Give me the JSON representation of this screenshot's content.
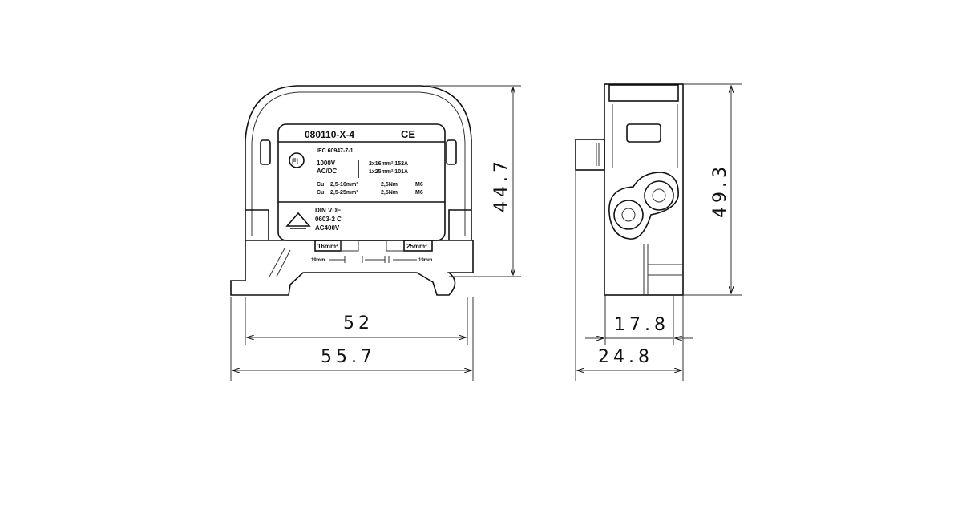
{
  "front_label": {
    "part_number": "080110-X-4",
    "ce_mark": "CE",
    "fi_mark": "FI",
    "standard": "IEC 60947-7-1",
    "voltage": "1000V",
    "current_type": "AC/DC",
    "rating_1": "2x16mm² 152A",
    "rating_2": "1x25mm² 101A",
    "cu_1_label": "Cu",
    "cu_1_range": "2,5-16mm²",
    "cu_1_torque": "2,5Nm",
    "cu_1_screw": "M6",
    "cu_2_label": "Cu",
    "cu_2_range": "2,5-25mm²",
    "cu_2_torque": "2,5Nm",
    "cu_2_screw": "M6",
    "din_1": "DIN VDE",
    "din_2": "0603-2 C",
    "din_3": "AC400V",
    "wire_left": "16mm²",
    "wire_right": "25mm²",
    "strip_left": "19mm",
    "strip_right": "19mm"
  },
  "dimensions": {
    "front_width_inner": "52",
    "front_width_outer": "55.7",
    "front_height": "44.7",
    "side_height": "49.3",
    "side_width_inner": "17.8",
    "side_width_outer": "24.8"
  }
}
